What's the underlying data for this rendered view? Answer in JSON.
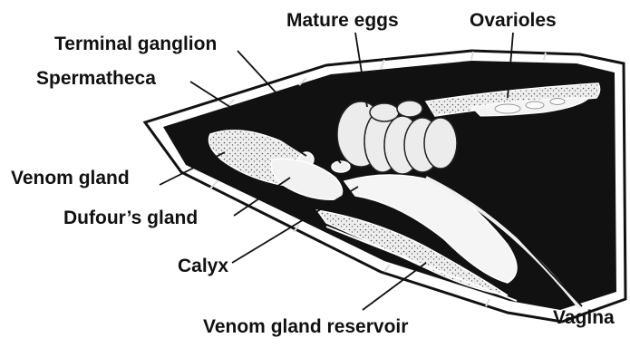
{
  "labels": {
    "mature_eggs": "Mature eggs",
    "ovarioles": "Ovarioles",
    "terminal_ganglion": "Terminal ganglion",
    "spermatheca": "Spermatheca",
    "venom_gland": "Venom gland",
    "dufours_gland": "Dufour’s gland",
    "calyx": "Calyx",
    "venom_gland_reservoir": "Venom gland reservoir",
    "vagina": "Vagina"
  },
  "colors": {
    "background": "#ffffff",
    "body_cavity": "#111111",
    "organ_fill": "#e8e8e8",
    "ink": "#111111"
  }
}
